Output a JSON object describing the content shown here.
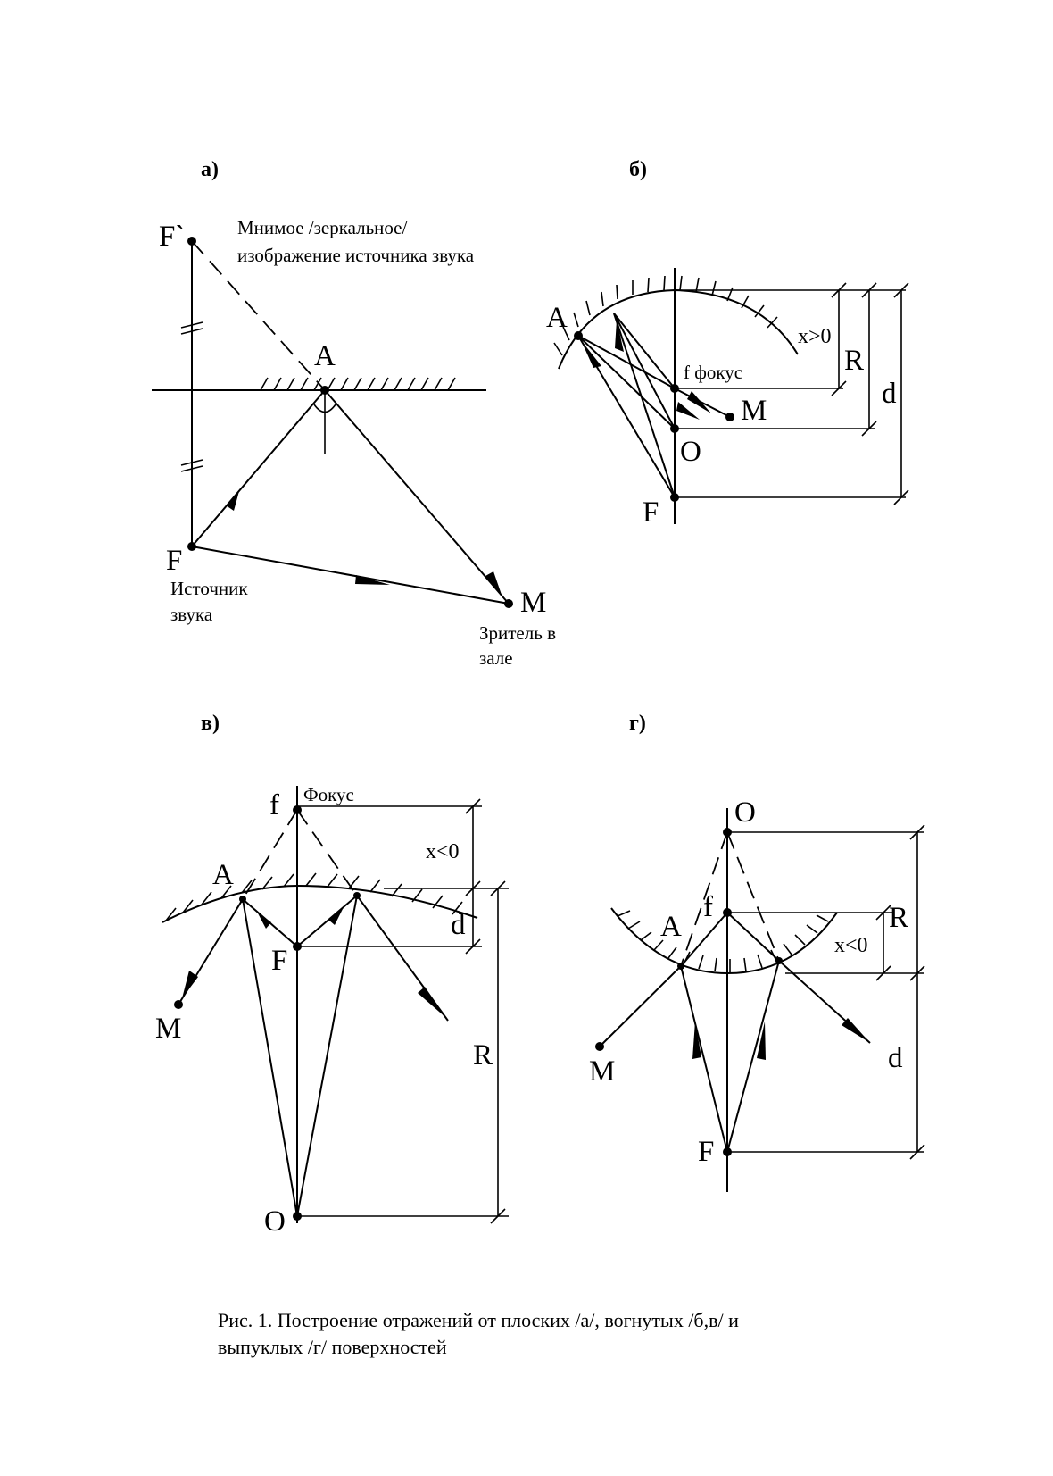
{
  "panels": {
    "a": {
      "label": "а)",
      "image_label": "F`",
      "image_caption_line1": "Мнимое /зеркальное/",
      "image_caption_line2": "изображение источника звука",
      "point_a": "A",
      "source_label": "F",
      "source_caption_line1": "Источник",
      "source_caption_line2": "звука",
      "listener_label": "M",
      "listener_caption_line1": "Зритель в",
      "listener_caption_line2": "зале"
    },
    "b": {
      "label": "б)",
      "point_a": "A",
      "x_label": "x>0",
      "r_label": "R",
      "focus_label": "f фокус",
      "m_label": "M",
      "d_label": "d",
      "o_label": "O",
      "f_label": "F"
    },
    "v": {
      "label": "в)",
      "f_label": "f",
      "focus_word": "Фокус",
      "x_label": "x<0",
      "point_a": "A",
      "d_label": "d",
      "source_label": "F",
      "m_label": "M",
      "r_label": "R",
      "o_label": "O"
    },
    "g": {
      "label": "г)",
      "o_label": "O",
      "f_label": "f",
      "r_label": "R",
      "point_a": "A",
      "x_label": "x<0",
      "m_label": "M",
      "d_label": "d",
      "source_label": "F"
    }
  },
  "caption": {
    "line1": "Рис. 1. Построение отражений от плоских  /а/, вогнутых /б,в/ и",
    "line2": "выпуклых /г/ поверхностей"
  }
}
